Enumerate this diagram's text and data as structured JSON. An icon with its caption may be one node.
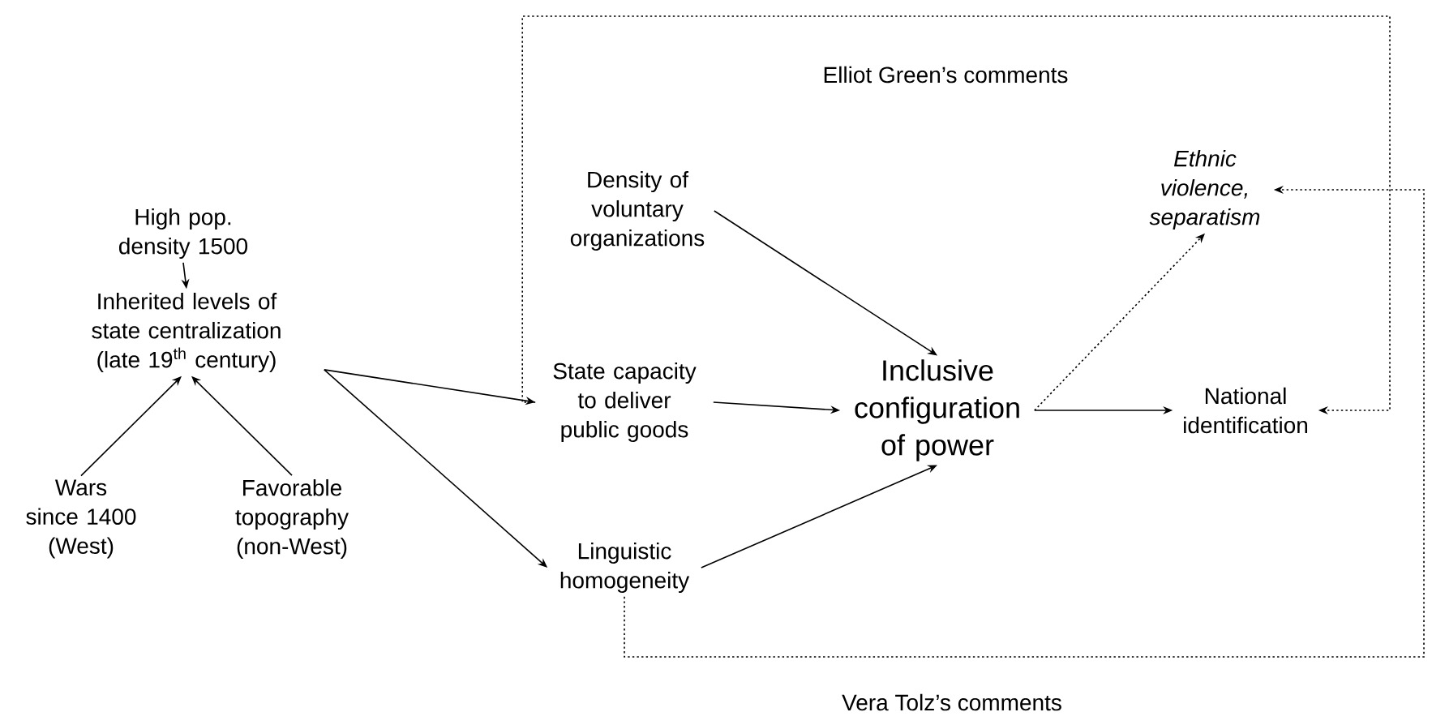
{
  "diagram": {
    "nodes": [
      {
        "text": [
          "High pop. density 1500"
        ]
      },
      {
        "text": [
          "Inherited levels of state centralization (late 19$^{th}$ century)"
        ]
      },
      {
        "text": [
          "Wars since 1400 (West)"
        ]
      },
      {
        "text": [
          "Favorable topography (non-West)"
        ]
      },
      {
        "text": [
          "Density of voluntary organizations"
        ]
      },
      {
        "text": [
          "State capacity to deliver public goods"
        ]
      },
      {
        "text": [
          "Linguistic homogeneity"
        ]
      },
      {
        "text": [
          "Inclusive configuration of power"
        ]
      },
      {
        "text": [
          "Ethnic violence, separatism"
        ]
      },
      {
        "text": [
          "National identification"
        ]
      }
    ],
    "edges": [
      {
        "from": 0,
        "to": 1,
        "arrow": "to"
      },
      {
        "from": 2,
        "to": 1,
        "arrow": "to"
      },
      {
        "from": 3,
        "to": 1,
        "arrow": "to"
      },
      {
        "from": 1,
        "to": 5,
        "arrow": "to"
      },
      {
        "from": 1,
        "to": 6,
        "arrow": "to"
      },
      {
        "from": 4,
        "to": 7,
        "arrow": "to"
      },
      {
        "from": 5,
        "to": 7,
        "arrow": "to"
      },
      {
        "from": 6,
        "to": 7,
        "arrow": "to"
      },
      {
        "from": 7,
        "to": 8,
        "arrow": "to",
        "style": "dashed"
      },
      {
        "from": 7,
        "to": 9,
        "arrow": "to"
      },
      {
        "from": 5,
        "to": 9,
        "arrow": "to",
        "style": "dashed"
      },
      {
        "from": 6,
        "to": 8,
        "arrow": "to",
        "style": "dashed"
      }
    ],
    "labels": [
      "Elliot Green’s comments",
      "Vera Tolz’s comments"
    ]
  }
}
